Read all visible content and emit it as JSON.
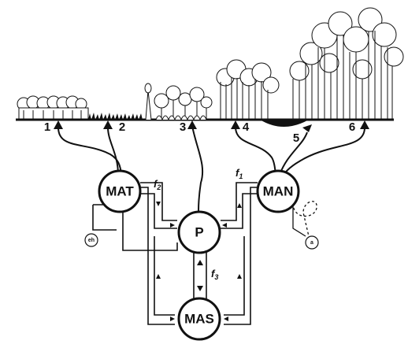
{
  "nodes": {
    "mat": "MAT",
    "man": "MAN",
    "p": "P",
    "mas": "MAS"
  },
  "flows": {
    "f1": {
      "base": "f",
      "sub": "1"
    },
    "f2": {
      "base": "f",
      "sub": "2"
    },
    "f3": {
      "base": "f",
      "sub": "3"
    }
  },
  "stages": [
    "1",
    "2",
    "3",
    "4",
    "5",
    "6"
  ],
  "small_circles": {
    "left": "eh",
    "right": "a"
  },
  "colors": {
    "ink": "#111111",
    "paper": "#ffffff"
  }
}
